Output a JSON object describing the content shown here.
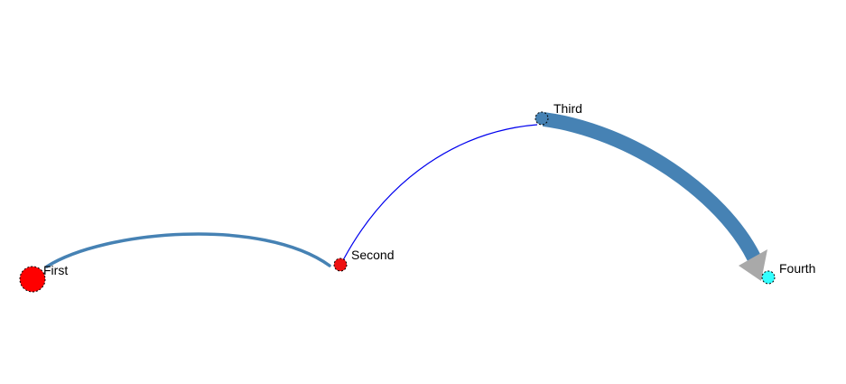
{
  "graph": {
    "nodes": [
      {
        "id": "first",
        "label": "First",
        "color": "#ff0000"
      },
      {
        "id": "second",
        "label": "Second",
        "color": "#ee1111"
      },
      {
        "id": "third",
        "label": "Third",
        "color": "#4682b4"
      },
      {
        "id": "fourth",
        "label": "Fourth",
        "color": "#33ffff"
      }
    ],
    "edges": [
      {
        "from": "first",
        "to": "second",
        "color": "#4682b4"
      },
      {
        "from": "second",
        "to": "third",
        "color": "#0000ee"
      },
      {
        "from": "third",
        "to": "fourth",
        "color": "#4682b4",
        "arrow_color": "#a9a9a9"
      }
    ]
  }
}
